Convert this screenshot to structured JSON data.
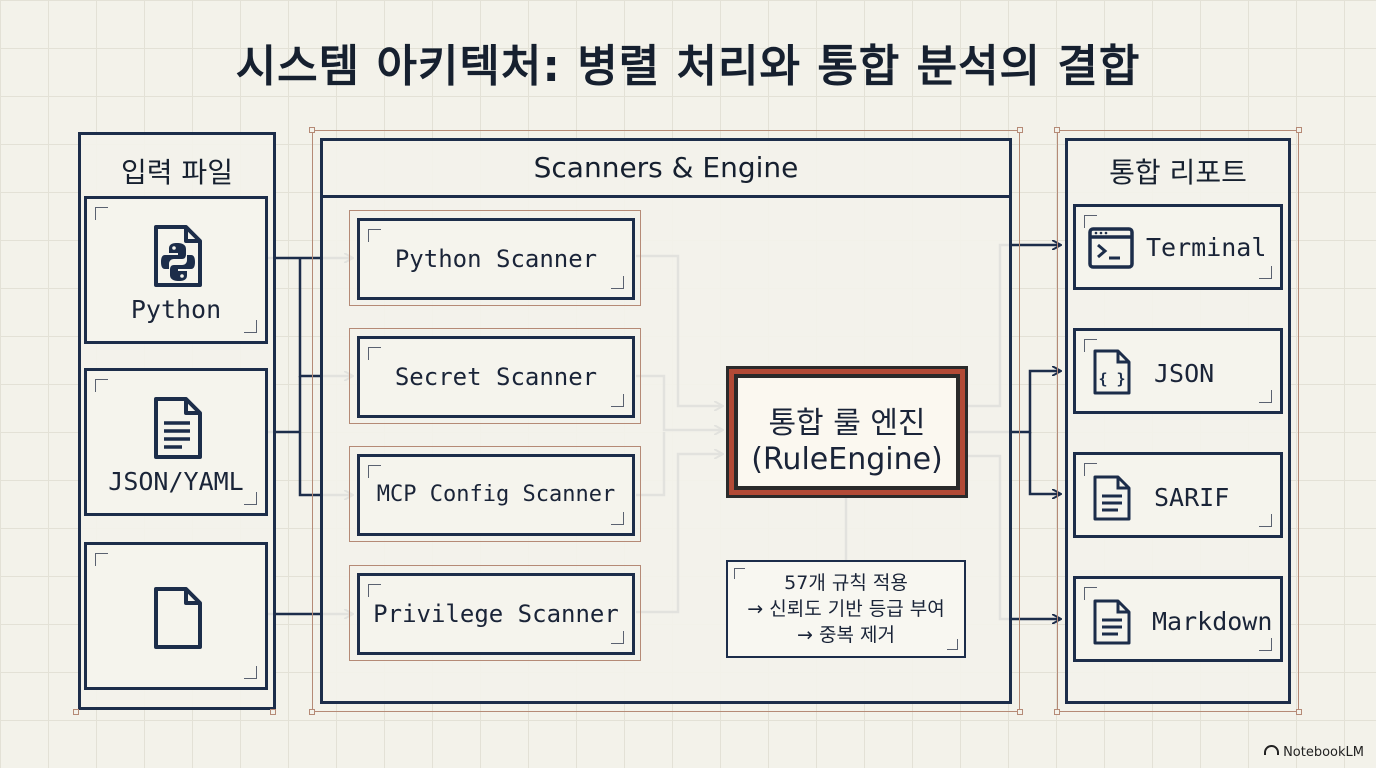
{
  "title": "시스템 아키텍처: 병렬 처리와 통합 분석의 결합",
  "input_panel": {
    "heading": "입력 파일",
    "files": [
      {
        "label": "Python",
        "icon": "python-file-icon"
      },
      {
        "label": "JSON/YAML",
        "icon": "document-icon"
      },
      {
        "label": "",
        "icon": "blank-file-icon"
      }
    ]
  },
  "engine_panel": {
    "heading": "Scanners & Engine",
    "scanners": [
      "Python Scanner",
      "Secret Scanner",
      "MCP Config Scanner",
      "Privilege Scanner"
    ],
    "engine_line1": "통합 룰 엔진",
    "engine_line2": "(RuleEngine)",
    "note_lines": [
      "57개 규칙 적용",
      "→ 신뢰도 기반 등급 부여",
      "→ 중복 제거"
    ]
  },
  "output_panel": {
    "heading": "통합 리포트",
    "outputs": [
      {
        "label": "Terminal",
        "icon": "terminal-icon"
      },
      {
        "label": "JSON",
        "icon": "json-file-icon"
      },
      {
        "label": "SARIF",
        "icon": "document-icon"
      },
      {
        "label": "Markdown",
        "icon": "document-icon"
      }
    ]
  },
  "brand": "NotebookLM",
  "colors": {
    "ink": "#1c2d4a",
    "engine_accent": "#b24a36",
    "background": "#f3f2ea"
  }
}
